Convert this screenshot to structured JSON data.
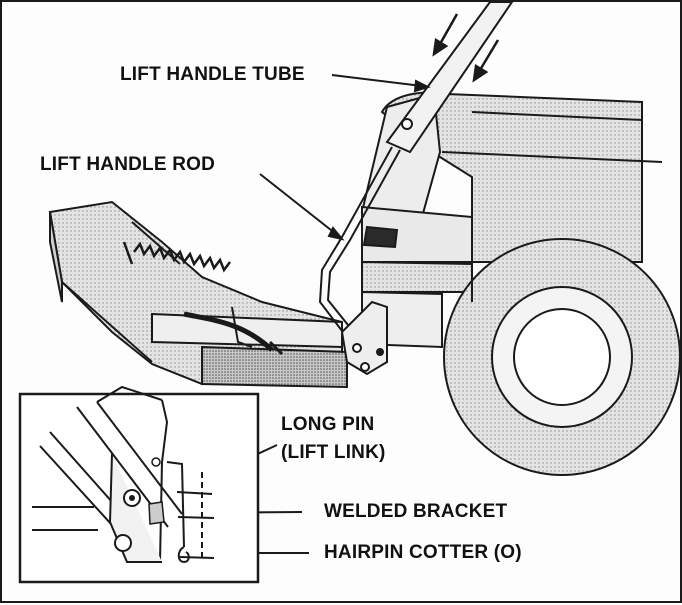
{
  "labels": {
    "lift_handle_tube": "LIFT HANDLE TUBE",
    "lift_handle_rod": "LIFT HANDLE ROD",
    "long_pin_line1": "LONG PIN",
    "long_pin_line2": "(LIFT LINK)",
    "welded_bracket": "WELDED BRACKET",
    "hairpin_cotter": "HAIRPIN COTTER (O)"
  },
  "colors": {
    "line": "#1a1a1a",
    "fill_light": "#f2f2f2",
    "fill_mid": "#d6d6d6",
    "fill_dark": "#9a9a9a"
  }
}
